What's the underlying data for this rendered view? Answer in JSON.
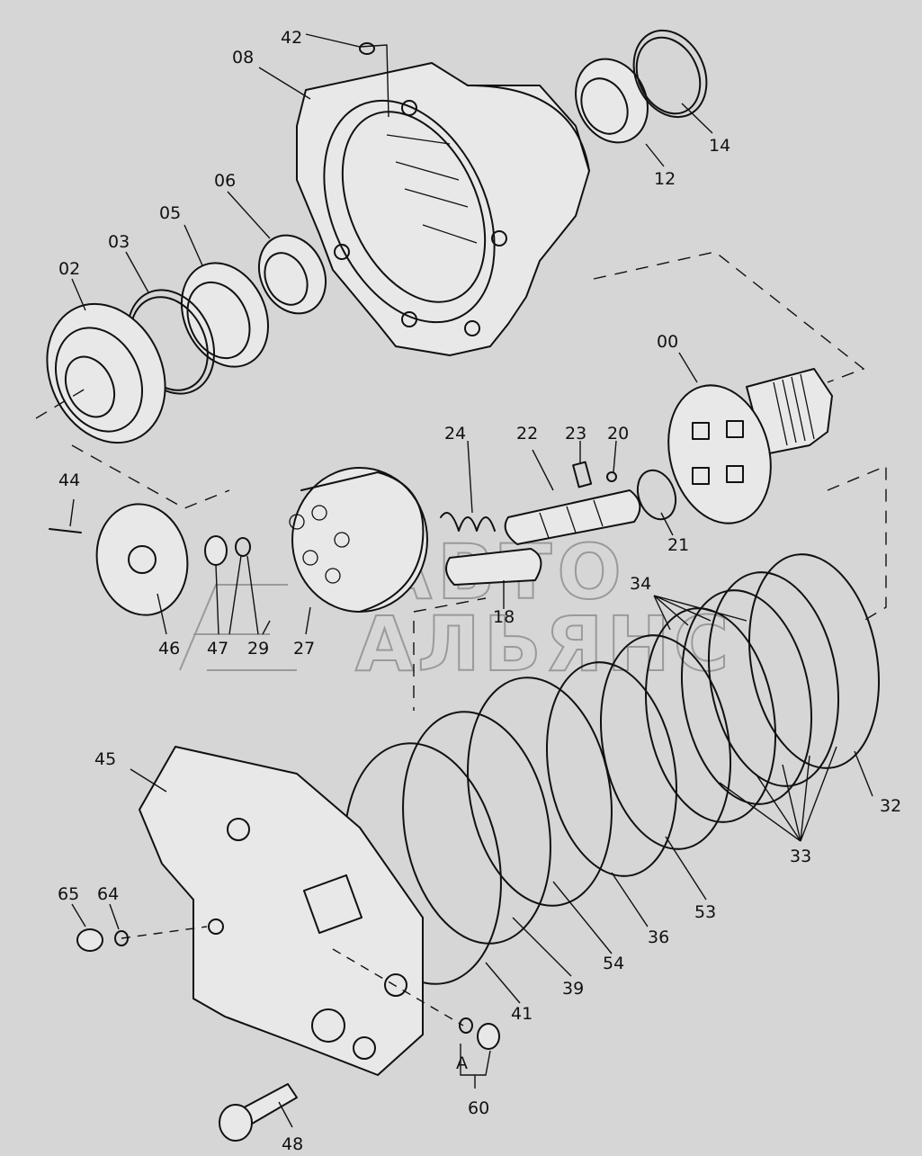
{
  "watermark": {
    "line1": "АВТО",
    "line2": "АЛЬЯНС"
  },
  "callouts": {
    "c00": "00",
    "c02": "02",
    "c03": "03",
    "c05": "05",
    "c06": "06",
    "c08": "08",
    "c12": "12",
    "c14": "14",
    "c18": "18",
    "c20": "20",
    "c21": "21",
    "c22": "22",
    "c23": "23",
    "c24": "24",
    "c27": "27",
    "c29": "29",
    "c32": "32",
    "c33": "33",
    "c34": "34",
    "c36": "36",
    "c39": "39",
    "c41": "41",
    "c42": "42",
    "c44": "44",
    "c45": "45",
    "c46": "46",
    "c47": "47",
    "c48": "48",
    "c53": "53",
    "c54": "54",
    "c60": "60",
    "c64": "64",
    "c65": "65",
    "cA": "A"
  }
}
